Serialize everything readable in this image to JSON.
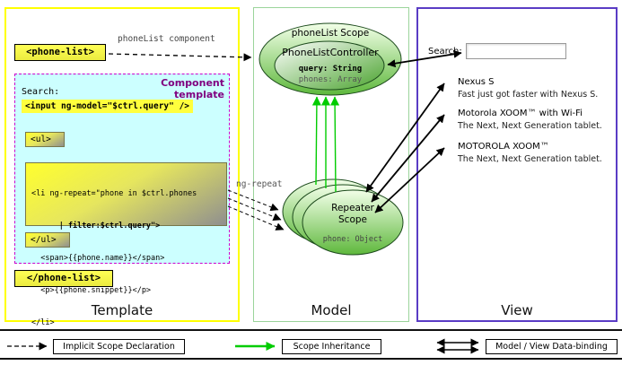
{
  "colors": {
    "template_border": "#ffff00",
    "model_border": "#9ad49a",
    "view_border": "#5a3cc5",
    "tag_box_bg": "#ffff55",
    "highlight_bg": "#ffff3d",
    "component_template_bg": "#ccffff",
    "component_template_border": "#cc00cc",
    "scope_green": "#5eb83c",
    "inheritance_green": "#00cc00"
  },
  "template_panel": {
    "caption": "Template",
    "open_tag": "<phone-list>",
    "close_tag": "</phone-list>",
    "component_arrow_label": "phoneList component",
    "component_template": {
      "title": "Component template",
      "search_label": "Search:",
      "input_code": "<input ng-model=\"$ctrl.query\" />",
      "ul_open": "<ul>",
      "ul_close": "</ul>",
      "li_line1": "<li ng-repeat=\"phone in $ctrl.phones",
      "li_line2": "      | filter:$ctrl.query\">",
      "li_line3": "  <span>{{phone.name}}</span>",
      "li_line4": "  <p>{{phone.snippet}}</p>",
      "li_line5": "</li>"
    }
  },
  "model_panel": {
    "caption": "Model",
    "scope_label": "phoneList Scope",
    "controller_label": "PhoneListController",
    "query_property": "query: String",
    "phones_property": "phones: Array",
    "ng_repeat_label": "ng-repeat",
    "repeater_label": "Repeater\nScope",
    "phone_property": "phone: Object"
  },
  "view_panel": {
    "caption": "View",
    "search_label": "Search:",
    "search_value": "",
    "items": [
      {
        "name": "Nexus S",
        "snippet": "Fast just got faster with Nexus S."
      },
      {
        "name": "Motorola XOOM™ with Wi-Fi",
        "snippet": "The Next, Next Generation tablet."
      },
      {
        "name": "MOTOROLA XOOM™",
        "snippet": "The Next, Next Generation tablet."
      }
    ]
  },
  "legend": {
    "implicit_scope": "Implicit Scope Declaration",
    "scope_inheritance": "Scope Inheritance",
    "data_binding": "Model / View Data-binding"
  }
}
